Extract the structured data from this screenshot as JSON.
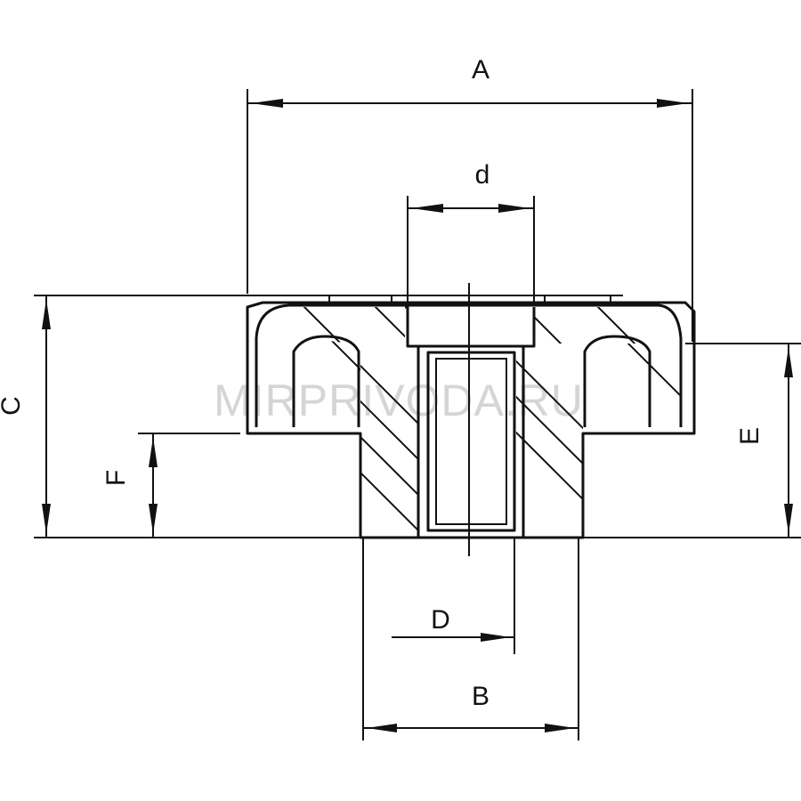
{
  "labels": {
    "A": "A",
    "B": "B",
    "C": "C",
    "D": "D",
    "E": "E",
    "F": "F",
    "d": "d"
  },
  "watermark": "MIRPRIVODA.RU",
  "colors": {
    "line": "#111111",
    "watermark": "#c8c8c8",
    "background": "#ffffff"
  }
}
